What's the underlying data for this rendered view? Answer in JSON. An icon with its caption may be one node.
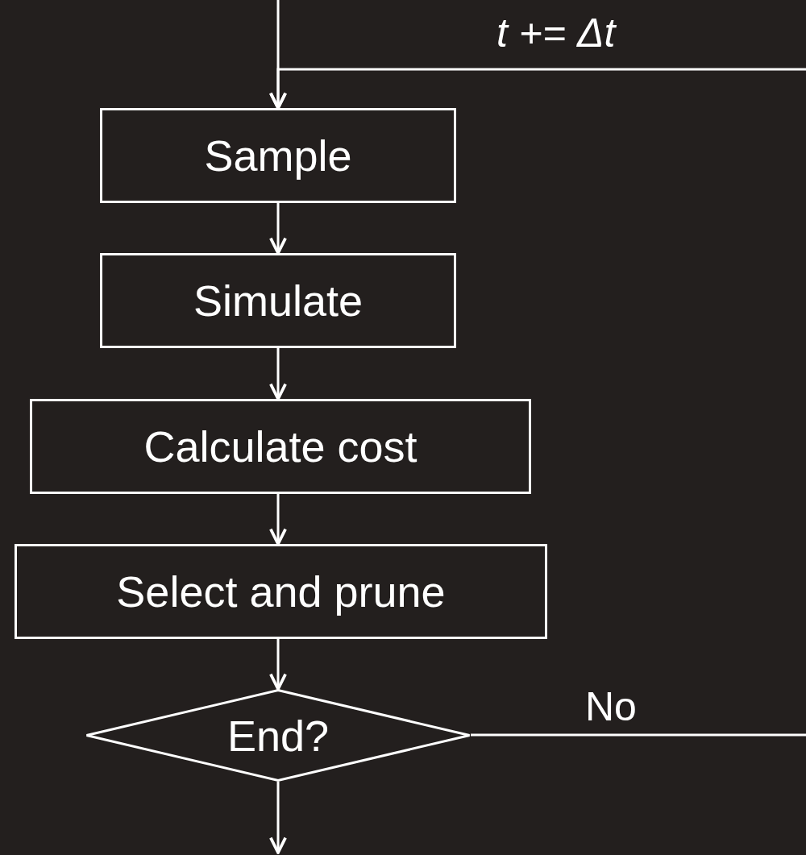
{
  "diagram": {
    "nodes": [
      {
        "text": [
          "Sample"
        ]
      },
      {
        "text": [
          "Simulate"
        ]
      },
      {
        "text": [
          "Calculate cost"
        ]
      },
      {
        "text": [
          "Select and prune"
        ]
      },
      {
        "text": [
          "End?"
        ]
      }
    ],
    "edges": [
      {
        "from": null,
        "to": 0,
        "arrow": "to"
      },
      {
        "from": null,
        "to": 0,
        "arrow": "to",
        "label": "t += Δt"
      },
      {
        "from": 0,
        "to": 1,
        "arrow": "to"
      },
      {
        "from": 1,
        "to": 2,
        "arrow": "to"
      },
      {
        "from": 2,
        "to": 3,
        "arrow": "to"
      },
      {
        "from": 3,
        "to": 4,
        "arrow": "to"
      },
      {
        "from": 4,
        "to": null,
        "arrow": "none",
        "label": "No"
      },
      {
        "from": 4,
        "to": null,
        "arrow": "to"
      }
    ]
  }
}
